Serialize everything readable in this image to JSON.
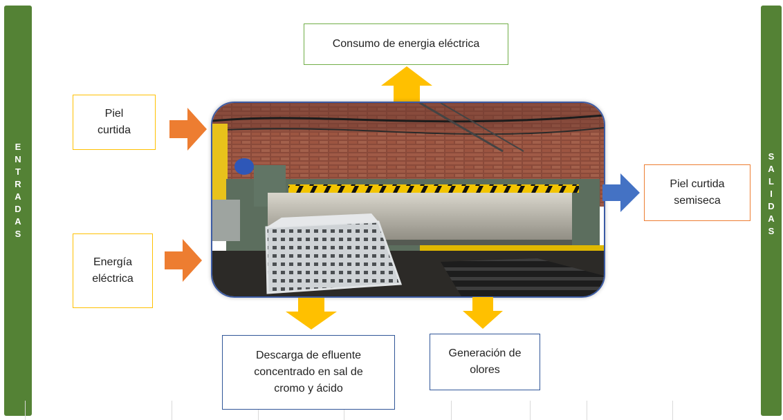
{
  "left_label": [
    "E",
    "N",
    "T",
    "R",
    "A",
    "D",
    "A",
    "S"
  ],
  "right_label": [
    "S",
    "A",
    "L",
    "I",
    "D",
    "A",
    "S"
  ],
  "inputs": {
    "skin": {
      "line1": "Piel",
      "line2": "curtida"
    },
    "energy": {
      "line1": "Energía",
      "line2": "eléctrica"
    }
  },
  "outputs": {
    "energy_consumption": "Consumo de energia eléctrica",
    "semidry_skin": {
      "line1": "Piel curtida",
      "line2": "semiseca"
    },
    "effluent": {
      "line1": "Descarga de efluente",
      "line2": "concentrado en sal de",
      "line3": "cromo y ácido"
    },
    "odors": {
      "line1": "Generación de",
      "line2": "olores"
    }
  },
  "colors": {
    "side_bar": "#548235",
    "input_arrow": "#ed7d31",
    "up_down_arrow": "#ffc000",
    "output_arrow": "#4472c4",
    "photo_border": "#3b5ba5"
  },
  "photo": {
    "subject": "leather-drying-machine",
    "caution_stripe": "yellow-black"
  }
}
